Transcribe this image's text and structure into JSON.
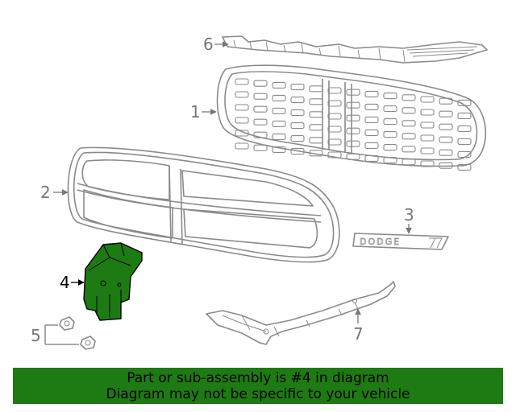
{
  "callouts": {
    "c1": "1",
    "c2": "2",
    "c3": "3",
    "c4": "4",
    "c5": "5",
    "c6": "6",
    "c7": "7"
  },
  "badge_text": "DODGE",
  "highlight_color": "#1e7a12",
  "highlighted_part": "4",
  "banner": {
    "line1": "Part or sub-assembly is #4 in diagram",
    "line2": "Diagram may not be specific to your vehicle"
  }
}
